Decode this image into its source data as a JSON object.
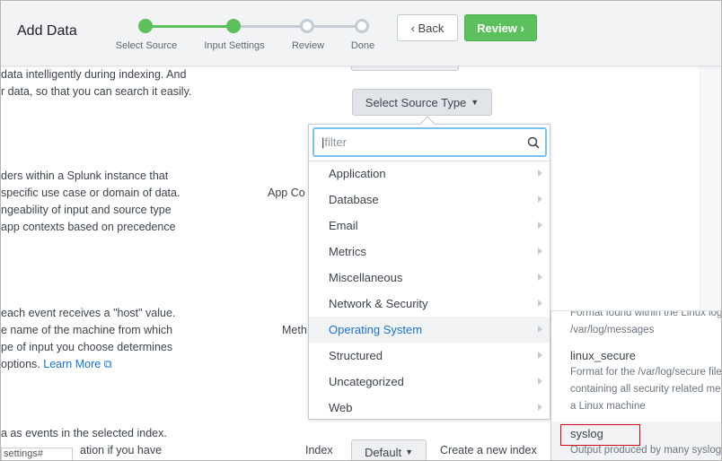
{
  "header": {
    "title": "Add Data",
    "back_label": "Back",
    "review_label": "Review",
    "steps": [
      {
        "label": "Select Source",
        "state": "done"
      },
      {
        "label": "Input Settings",
        "state": "done"
      },
      {
        "label": "Review",
        "state": "todo"
      },
      {
        "label": "Done",
        "state": "todo"
      }
    ]
  },
  "content": {
    "lines1": [
      "data intelligently during indexing. And",
      "r data, so that you can search it easily."
    ],
    "lines2": [
      "ders within a Splunk instance that",
      " specific use case or domain of data.",
      "ngeability of input and source type",
      " app contexts based on precedence"
    ],
    "lines3": [
      "each event receives a \"host\" value.",
      "e name of the machine from which",
      "pe of input you choose determines",
      "options."
    ],
    "learn_more": "Learn More",
    "lines4": [
      "a as events in the selected index.",
      "ation if you have"
    ],
    "app_context_label": "App Co",
    "method_label": "Meth",
    "index_label": "Index",
    "index_value": "Default",
    "create_index_link": "Create a new index",
    "status_url": "settings#"
  },
  "source_type": {
    "button_label": "Select Source Type",
    "filter_placeholder": "filter",
    "categories": [
      "Application",
      "Database",
      "Email",
      "Metrics",
      "Miscellaneous",
      "Network & Security",
      "Operating System",
      "Structured",
      "Uncategorized",
      "Web"
    ],
    "active_category": "Operating System",
    "submenu": {
      "top_desc": [
        "Format found within the Linux log",
        "/var/log/messages"
      ],
      "items": [
        {
          "name": "linux_secure",
          "desc": [
            "Format for the /var/log/secure file",
            "containing all security related mes",
            "a Linux machine"
          ]
        },
        {
          "name": "syslog",
          "desc": [
            "Output produced by many syslog"
          ]
        }
      ],
      "highlighted": "syslog"
    }
  },
  "colors": {
    "accent_green": "#5cc05c",
    "link_blue": "#1a73c4",
    "highlight_red": "#d0021b"
  }
}
